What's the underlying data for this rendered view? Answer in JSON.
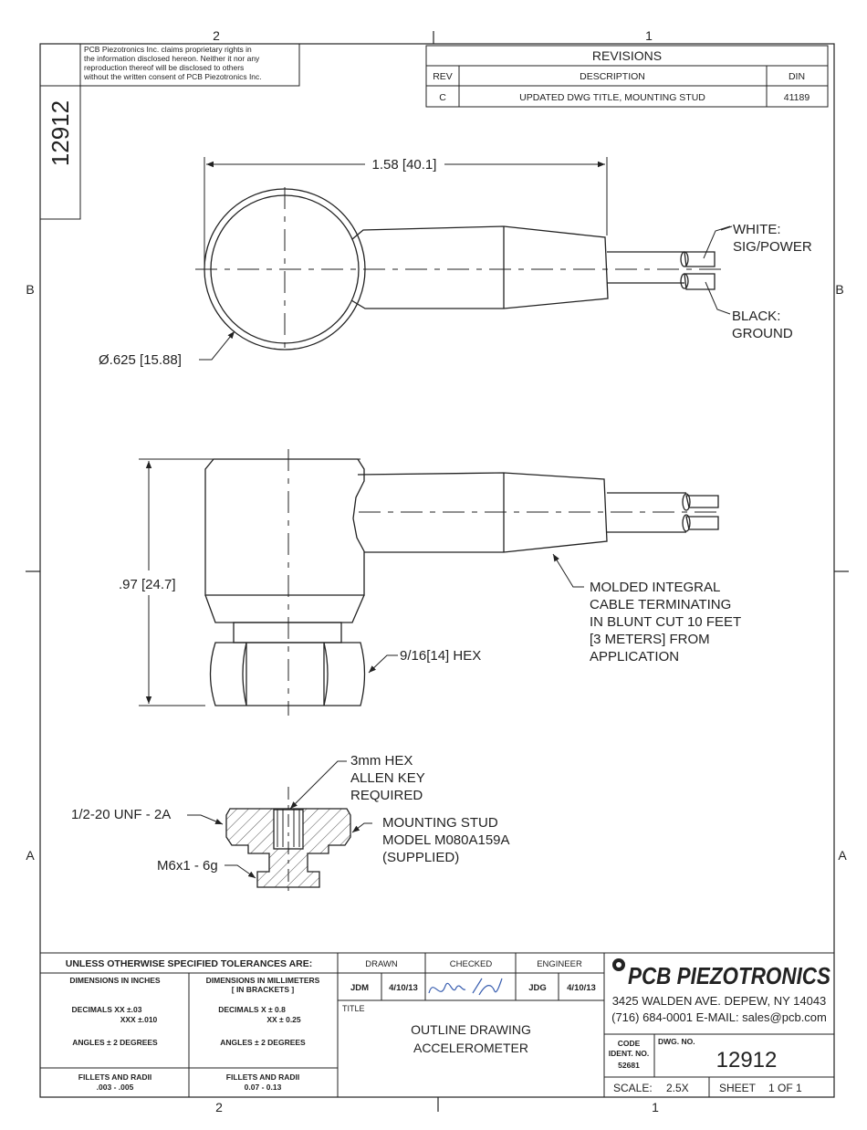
{
  "zones": {
    "top_left": "2",
    "top_right": "1",
    "bottom_left": "2",
    "bottom_right": "1",
    "row_b": "B",
    "row_a": "A"
  },
  "proprietary_notice": [
    "PCB Piezotronics Inc. claims proprietary rights in",
    "the information disclosed hereon.  Neither it nor any",
    "reproduction thereof will be disclosed to others",
    "without the written consent of PCB Piezotronics Inc."
  ],
  "side_number": "12912",
  "revisions": {
    "title": "REVISIONS",
    "headers": [
      "REV",
      "DESCRIPTION",
      "DIN"
    ],
    "rows": [
      {
        "rev": "C",
        "description": "UPDATED DWG TITLE, MOUNTING STUD",
        "din": "41189"
      }
    ]
  },
  "callouts": {
    "width_dim": "1.58 [40.1]",
    "diameter_dim": "Ø.625 [15.88]",
    "white_wire": [
      "WHITE:",
      "SIG/POWER"
    ],
    "black_wire": [
      "BLACK:",
      "GROUND"
    ],
    "height_dim": ".97 [24.7]",
    "hex_dim": "9/16[14] HEX",
    "cable_note": [
      "MOLDED INTEGRAL",
      "CABLE TERMINATING",
      "IN BLUNT CUT 10 FEET",
      "[3 METERS] FROM",
      "APPLICATION"
    ],
    "allen_key": [
      "3mm HEX",
      "ALLEN KEY",
      "REQUIRED"
    ],
    "thread_unf": "1/2-20 UNF - 2A",
    "thread_metric": "M6x1 - 6g",
    "stud_note": [
      "MOUNTING STUD",
      "MODEL M080A159A",
      "(SUPPLIED)"
    ]
  },
  "title_block": {
    "tolerance_heading": "UNLESS OTHERWISE SPECIFIED TOLERANCES ARE:",
    "inches_heading": "DIMENSIONS  IN INCHES",
    "mm_heading": [
      "DIMENSIONS IN MILLIMETERS",
      "[ IN BRACKETS ]"
    ],
    "inch_decimals": [
      "DECIMALS    XX  ±.03",
      "XXX  ±.010"
    ],
    "mm_decimals": [
      "DECIMALS    X  ± 0.8",
      "XX  ± 0.25"
    ],
    "inch_angles": "ANGLES  ±  2 DEGREES",
    "mm_angles": "ANGLES  ±  2 DEGREES",
    "inch_fillets": [
      "FILLETS AND RADII",
      ".003 - .005"
    ],
    "mm_fillets": [
      "FILLETS AND RADII",
      "0.07 - 0.13"
    ],
    "drawn_label": "DRAWN",
    "checked_label": "CHECKED",
    "engineer_label": "ENGINEER",
    "drawn_by": "JDM",
    "drawn_date": "4/10/13",
    "engineer_by": "JDG",
    "engineer_date": "4/10/13",
    "title_label": "TITLE",
    "title": [
      "OUTLINE DRAWING",
      "ACCELEROMETER"
    ],
    "company": "PCB PIEZOTRONICS",
    "address": "3425 WALDEN AVE. DEPEW, NY 14043",
    "contact": "(716)  684-0001 E-MAIL:  sales@pcb.com",
    "code_label": [
      "CODE",
      "IDENT. NO."
    ],
    "code_value": "52681",
    "dwg_label": "DWG. NO.",
    "dwg_no": "12912",
    "scale_label": "SCALE:",
    "scale_value": "2.5X",
    "sheet_label": "SHEET",
    "sheet_value": "1 OF 1"
  },
  "colors": {
    "ink": "#222222",
    "signature": "#3a5fb0",
    "hatch": "#555555"
  }
}
